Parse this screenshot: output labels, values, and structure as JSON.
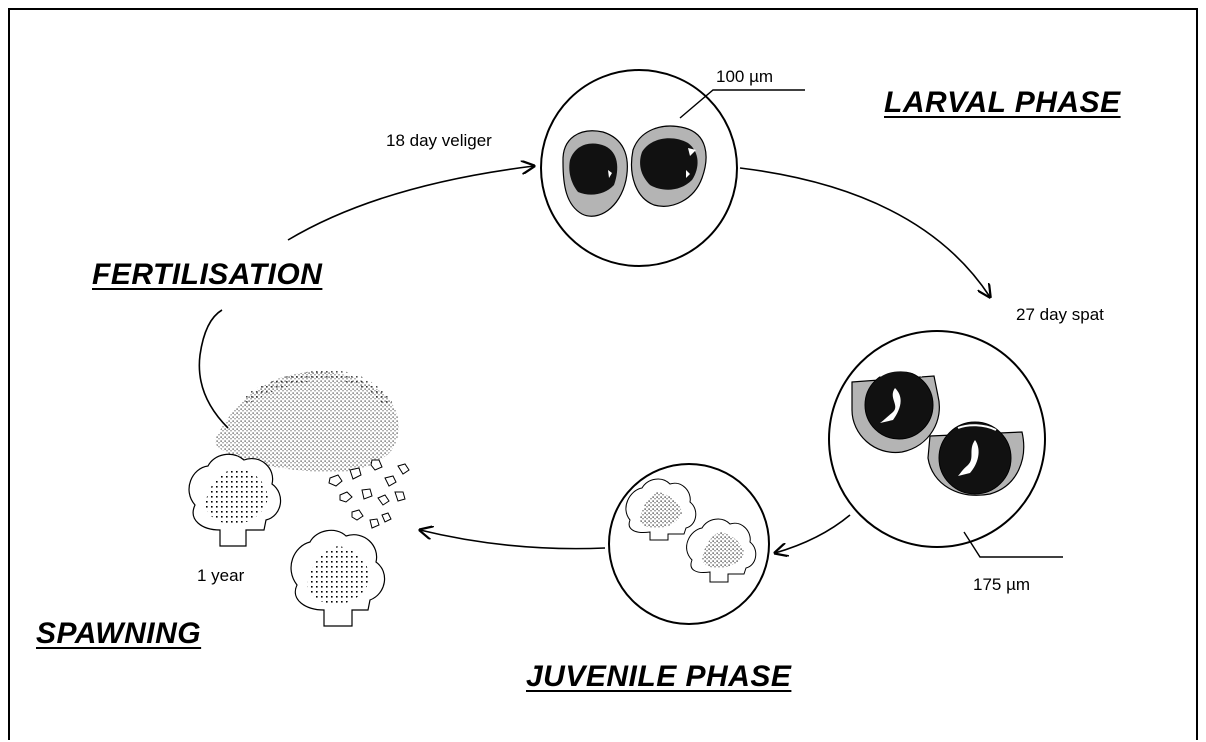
{
  "phases": {
    "larval": "LARVAL  PHASE",
    "fertilisation": "FERTILISATION",
    "spawning": "SPAWNING",
    "juvenile": "JUVENILE  PHASE"
  },
  "stages": {
    "veliger": "18 day veliger",
    "spat": "27 day spat",
    "adult": "1 year"
  },
  "scales": {
    "veliger_scale": "100 µm",
    "spat_scale": "175 µm"
  },
  "colors": {
    "stroke": "#000000",
    "shell_fill": "#b4b4b4",
    "body_fill": "#111111"
  }
}
